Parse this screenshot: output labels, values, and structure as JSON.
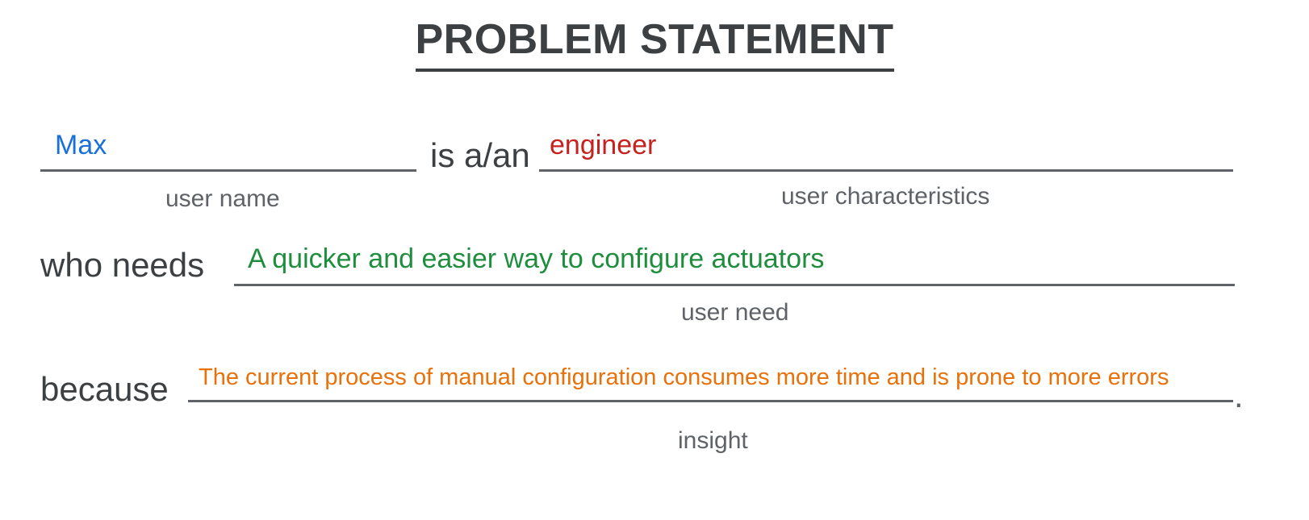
{
  "document": {
    "title": "PROBLEM STATEMENT",
    "colors": {
      "title": "#3c4043",
      "prefix_text": "#3c4043",
      "caption": "#5f6368",
      "rule": "#5f6368",
      "user_name": "#1a6fdb",
      "user_characteristics": "#c5221f",
      "user_need": "#1e8e3e",
      "insight": "#e8710a",
      "background": "#ffffff"
    },
    "fields": [
      {
        "id": "user-name",
        "prefix": "",
        "value": "Max",
        "caption": "user name"
      },
      {
        "id": "user-characteristics",
        "prefix": "is a/an",
        "value": "engineer",
        "caption": "user characteristics"
      },
      {
        "id": "user-need",
        "prefix": "who needs",
        "value": "A quicker and easier way to configure actuators",
        "caption": "user need"
      },
      {
        "id": "insight",
        "prefix": "because",
        "value": "The current process of manual configuration consumes more time and is prone to more errors",
        "caption": "insight",
        "terminator": "."
      }
    ]
  }
}
